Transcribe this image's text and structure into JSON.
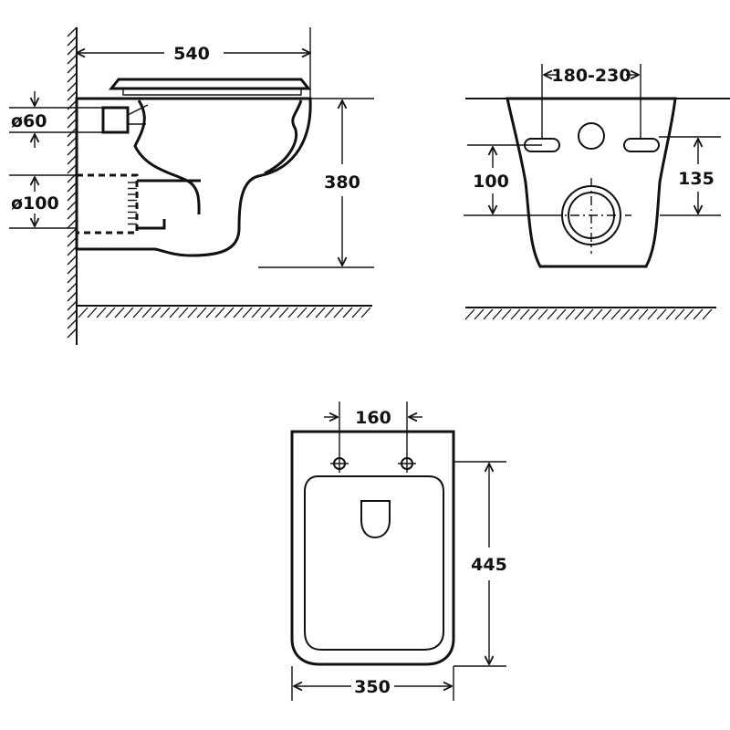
{
  "side_view": {
    "width_label": "540",
    "height_label": "380",
    "inlet_label": "ø60",
    "outlet_label": "ø100"
  },
  "front_view": {
    "bolt_spacing_label": "180-230",
    "left_height_label": "100",
    "right_height_label": "135"
  },
  "top_view": {
    "hole_spacing_label": "160",
    "length_label": "445",
    "width_label": "350"
  },
  "colors": {
    "line": "#111111",
    "background": "#ffffff"
  }
}
